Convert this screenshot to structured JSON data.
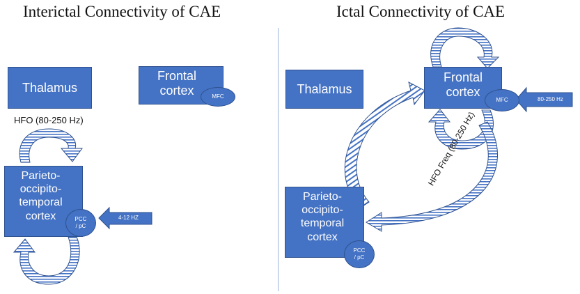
{
  "left_panel": {
    "title": "Interictal Connectivity of CAE",
    "thalamus": "Thalamus",
    "frontal": [
      "Frontal",
      "cortex"
    ],
    "mfc": "MFC",
    "hfo_label": "HFO (80-250 Hz)",
    "parieto": [
      "Parieto-",
      "occipito-",
      "temporal",
      "cortex"
    ],
    "pcc": [
      "PCC",
      "/ pC"
    ],
    "input_arrow": "4-12 HZ"
  },
  "right_panel": {
    "title": "Ictal Connectivity of CAE",
    "thalamus": "Thalamus",
    "frontal": [
      "Frontal",
      "cortex"
    ],
    "mfc": "MFC",
    "input_arrow": "80-250 Hz",
    "parieto": [
      "Parieto-",
      "occipito-",
      "temporal",
      "cortex"
    ],
    "pcc": [
      "PCC",
      "/ pC"
    ],
    "hfo_label": "HFO Freq (80-250 Hz)"
  },
  "colors": {
    "box_fill": "#4472c4",
    "box_border": "#2f528f",
    "arrow_stripe": "#4472c4",
    "divider": "#9db3d8"
  }
}
